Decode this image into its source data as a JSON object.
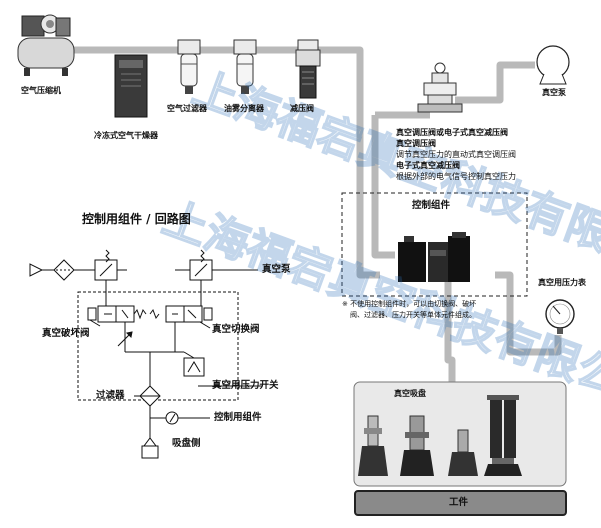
{
  "top": {
    "compressor": "空气压缩机",
    "dryer": "冷冻式空气干燥器",
    "air_filter": "空气过滤器",
    "oil_separator": "油雾分离器",
    "reducer": "减压阀",
    "vacuum_pump": "真空泵"
  },
  "regulator_desc": {
    "title": "真空调压阀或电子式真空减压阀",
    "line1_head": "真空调压阀",
    "line1": "调节真空压力的直动式真空调压阀",
    "line2_head": "电子式真空减压阀",
    "line2": "根据外部的电气信号控制真空压力"
  },
  "control_unit": {
    "label": "控制组件",
    "note_line1": "※ 不使用控制组件时，可以由切换阀、破坏",
    "note_line2": "阀、过滤器、压力开关等单体元件组成。"
  },
  "gauge_label": "真空用压力表",
  "pads_label": "真空吸盘",
  "workpiece_label": "工件",
  "circuit": {
    "title": "控制用组件 / 回路图",
    "vacuum_pump": "真空泵",
    "break_valve": "真空破坏阀",
    "switch_valve": "真空切换阀",
    "pressure_switch": "真空用压力开关",
    "filter": "过滤器",
    "control_unit": "控制用组件",
    "pad_side": "吸盘侧"
  },
  "watermark": "上海福宕真空科技有限公司"
}
